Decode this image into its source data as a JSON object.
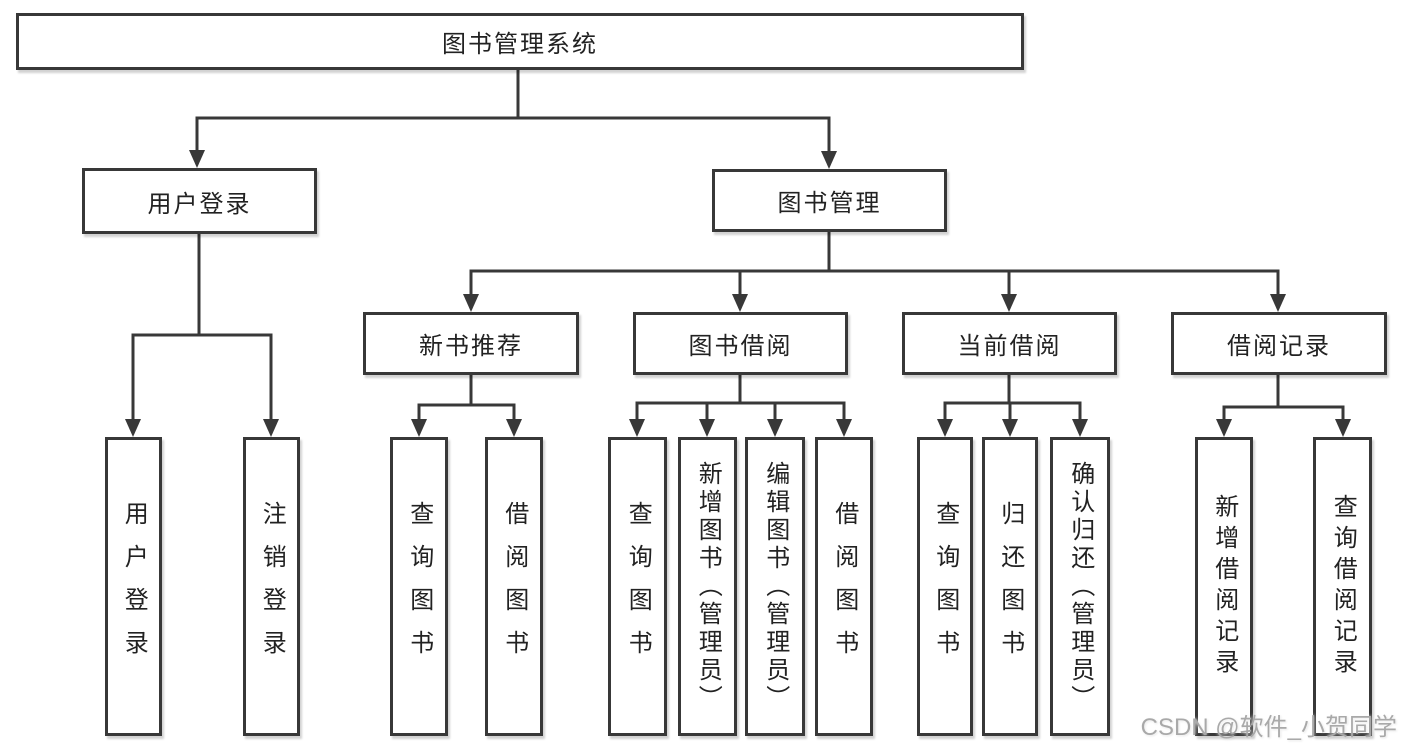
{
  "tree": {
    "root": {
      "label": "图书管理系统",
      "children": [
        {
          "label": "用户登录",
          "children": [
            {
              "label": "用户登录"
            },
            {
              "label": "注销登录"
            }
          ]
        },
        {
          "label": "图书管理",
          "children": [
            {
              "label": "新书推荐",
              "children": [
                {
                  "label": "查询图书"
                },
                {
                  "label": "借阅图书"
                }
              ]
            },
            {
              "label": "图书借阅",
              "children": [
                {
                  "label": "查询图书"
                },
                {
                  "label": "新增图书（管理员）"
                },
                {
                  "label": "编辑图书（管理员）"
                },
                {
                  "label": "借阅图书"
                }
              ]
            },
            {
              "label": "当前借阅",
              "children": [
                {
                  "label": "查询图书"
                },
                {
                  "label": "归还图书"
                },
                {
                  "label": "确认归还（管理员）"
                }
              ]
            },
            {
              "label": "借阅记录",
              "children": [
                {
                  "label": "新增借阅记录"
                },
                {
                  "label": "查询借阅记录"
                }
              ]
            }
          ]
        }
      ]
    }
  },
  "watermark": {
    "text": "CSDN @软件_小贺同学"
  },
  "colors": {
    "line": "#383838",
    "box_border": "#383838",
    "box_fill": "#ffffff",
    "text": "#222222",
    "watermark": "#a9a9a9",
    "background": "#ffffff"
  }
}
